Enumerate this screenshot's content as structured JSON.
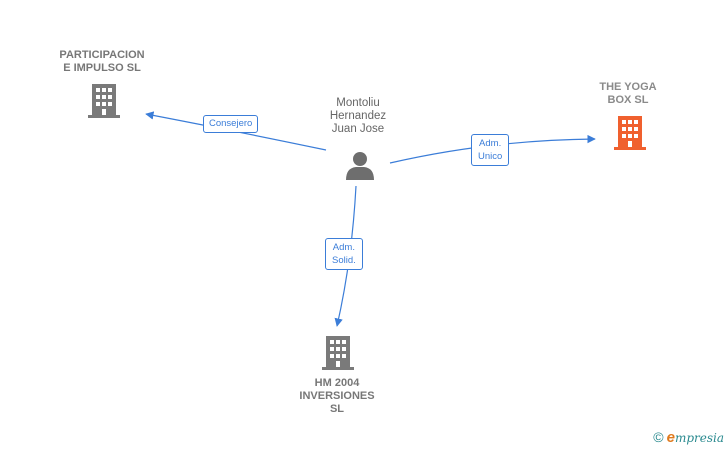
{
  "nodes": {
    "participacion": {
      "line1": "PARTICIPACION",
      "line2": "E IMPULSO SL"
    },
    "person": {
      "line1": "Montoliu",
      "line2": "Hernandez",
      "line3": "Juan Jose"
    },
    "yoga": {
      "line1": "THE YOGA",
      "line2": "BOX  SL"
    },
    "hm": {
      "line1": "HM 2004",
      "line2": "INVERSIONES",
      "line3": "SL"
    }
  },
  "edges": {
    "consejero": "Consejero",
    "adm_unico": {
      "line1": "Adm.",
      "line2": "Unico"
    },
    "adm_solid": {
      "line1": "Adm.",
      "line2": "Solid."
    }
  },
  "colors": {
    "edge": "#3b7dd8",
    "company_icon": "#7a7a7a",
    "highlight_icon": "#f0602e",
    "person_icon": "#6e6e6e"
  },
  "icons": {
    "company": "building-icon",
    "person": "person-icon"
  },
  "brand": {
    "copyright": "©",
    "e": "e",
    "rest": "mpresia"
  }
}
